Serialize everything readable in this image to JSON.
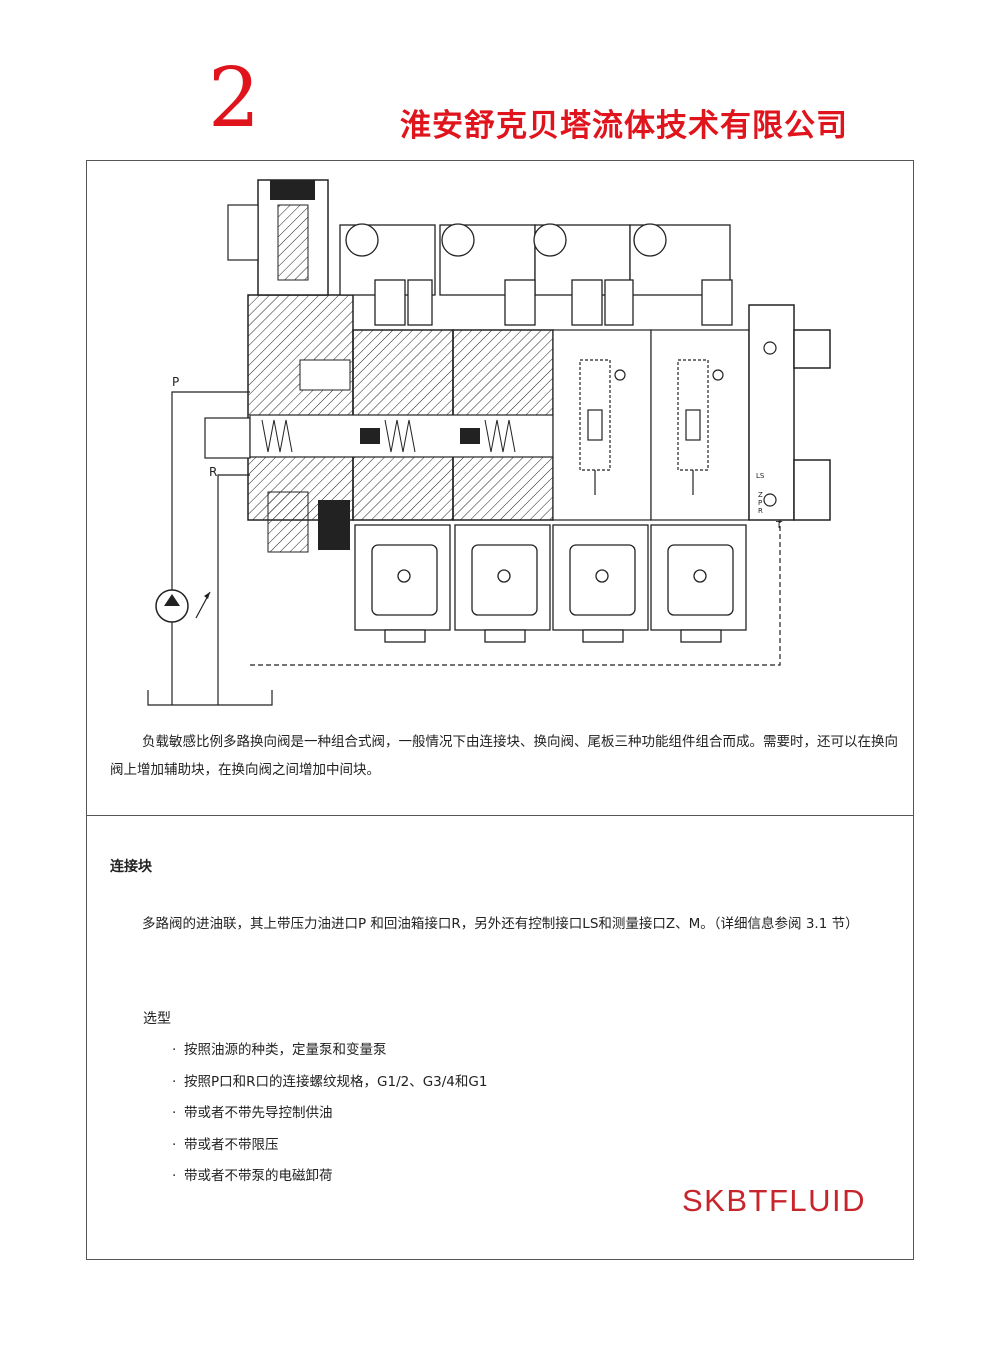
{
  "header": {
    "page_number": "2",
    "company": "淮安舒克贝塔流体技术有限公司"
  },
  "diagram": {
    "labels": {
      "p": "P",
      "r": "R",
      "ls": "LS",
      "z": "Z",
      "p_small": "P",
      "r_small": "R",
      "t": "T"
    }
  },
  "intro": "负载敏感比例多路换向阀是一种组合式阀，一般情况下由连接块、换向阀、尾板三种功能组件组合而成。需要时，还可以在换向阀上增加辅助块，在换向阀之间增加中间块。",
  "section": {
    "title": "连接块",
    "body": "多路阀的进油联，其上带压力油进口P 和回油箱接口R，另外还有控制接口LS和测量接口Z、M。（详细信息参阅 3.1 节）",
    "selection_title": "选型",
    "bullet": "·",
    "options": [
      "按照油源的种类，定量泵和变量泵",
      "按照P口和R口的连接螺纹规格，G1/2、G3/4和G1",
      "带或者不带先导控制供油",
      "带或者不带限压",
      "带或者不带泵的电磁卸荷"
    ]
  },
  "brand": "SKBTFLUID"
}
